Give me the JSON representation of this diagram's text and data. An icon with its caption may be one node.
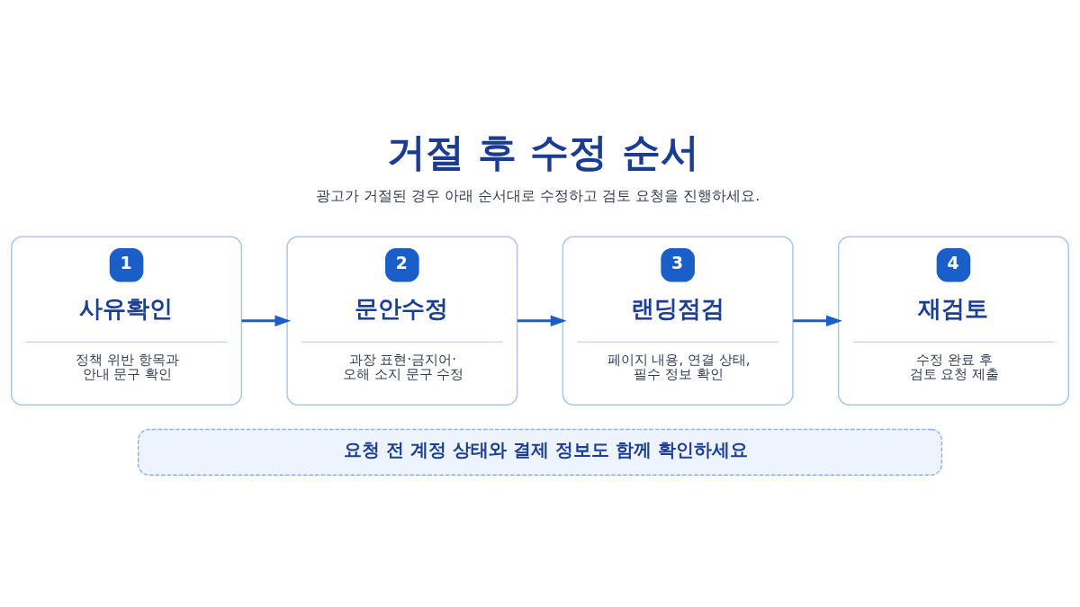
{
  "diagram": {
    "title": "거절 후 수정 순서",
    "nodes": [
      {
        "text": [
          "1",
          "사유확인",
          "정책 위반 항목과 안내 문구 확인"
        ]
      },
      {
        "text": [
          "2",
          "문안수정",
          "과장 표현·금지어· 오해 소지 문구 수정"
        ]
      },
      {
        "text": [
          "3",
          "랜딩점검",
          "페이지 내용, 연결 상태, 필수 정보 확인"
        ]
      },
      {
        "text": [
          "4",
          "재검토",
          "수정 완료 후 검토 요청 제출"
        ]
      },
      {
        "text": [
          "요청 전 계정 상태와 결제 정보도 함께 확인하세요"
        ]
      }
    ],
    "edges": [
      {
        "from": 0,
        "to": 1,
        "arrow": "to"
      },
      {
        "from": 1,
        "to": 2,
        "arrow": "to"
      },
      {
        "from": 2,
        "to": 3,
        "arrow": "to"
      }
    ],
    "labels": [
      "광고가 거절된 경우 아래 순서대로 수정하고 검토 요청을 진행하세요."
    ]
  }
}
